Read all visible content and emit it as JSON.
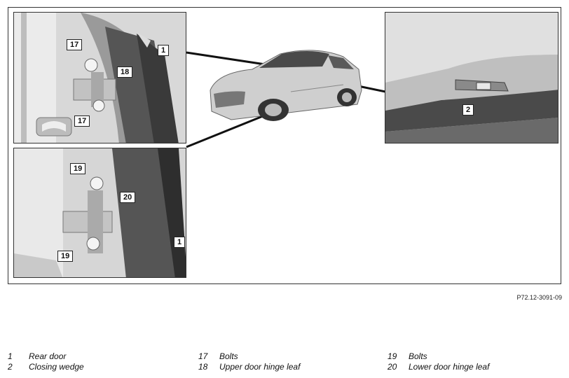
{
  "figure": {
    "code": "P72.12-3091-09",
    "callouts": {
      "upper": [
        "17",
        "18",
        "1",
        "17"
      ],
      "lower": [
        "19",
        "20",
        "1",
        "19"
      ],
      "right": [
        "2"
      ]
    }
  },
  "legend": [
    [
      {
        "num": "1",
        "text": "Rear door"
      },
      {
        "num": "2",
        "text": "Closing wedge"
      }
    ],
    [
      {
        "num": "17",
        "text": "Bolts"
      },
      {
        "num": "18",
        "text": "Upper door hinge leaf"
      }
    ],
    [
      {
        "num": "19",
        "text": "Bolts"
      },
      {
        "num": "20",
        "text": "Lower door hinge leaf"
      }
    ]
  ]
}
